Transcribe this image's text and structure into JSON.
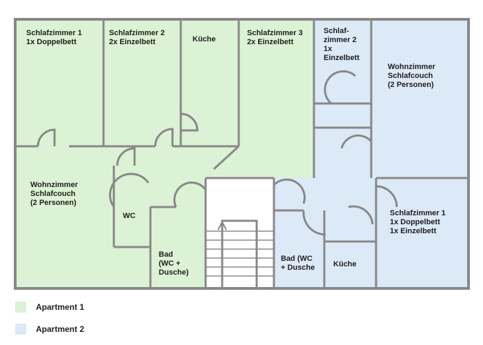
{
  "colors": {
    "apartment1": "#dcf2d4",
    "apartment2": "#dce9f6",
    "wall": "#888888",
    "stairwell": "#ffffff"
  },
  "rooms": {
    "schlafzimmer1_a1": [
      "Schlafzimmer 1",
      "1x Doppelbett"
    ],
    "schlafzimmer2_a1": [
      "Schlafzimmer 2",
      "2x Einzelbett"
    ],
    "kueche_a1": [
      "Küche"
    ],
    "schlafzimmer3_a1": [
      "Schlafzimmer 3",
      "2x Einzelbett"
    ],
    "wohnzimmer_a1": [
      "Wohnzimmer",
      "Schlafcouch",
      "(2 Personen)"
    ],
    "wc_a1": [
      "WC"
    ],
    "bad_a1": [
      "Bad",
      "(WC +",
      "Dusche)"
    ],
    "schlafzimmer2_a2": [
      "Schlaf-",
      "zimmer 2",
      "1x",
      "Einzelbett"
    ],
    "wohnzimmer_a2": [
      "Wohnzimmer",
      "Schlafcouch",
      "(2 Personen)"
    ],
    "schlafzimmer1_a2": [
      "Schlafzimmer 1",
      "1x Doppelbett",
      "1x Einzelbett"
    ],
    "bad_a2": [
      "Bad (WC",
      "+ Dusche"
    ],
    "kueche_a2": [
      "Küche"
    ]
  },
  "legend": [
    {
      "label": "Apartment 1",
      "color": "#dcf2d4"
    },
    {
      "label": "Apartment 2",
      "color": "#dce9f6"
    }
  ]
}
